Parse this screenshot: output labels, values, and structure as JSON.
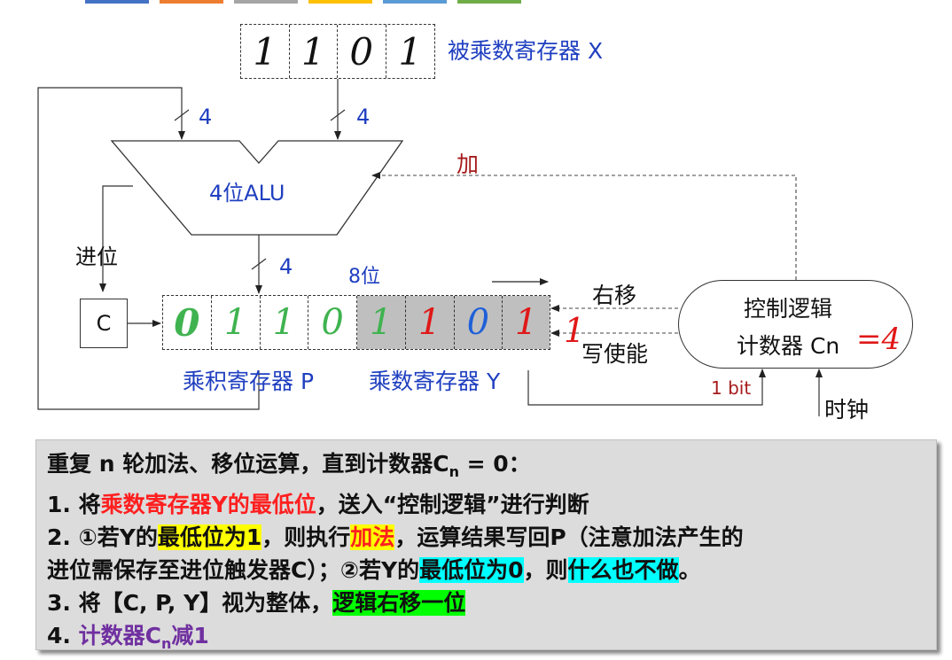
{
  "palette": {
    "tabs": [
      "#4472c4",
      "#ed7d31",
      "#a5a5a5",
      "#ffc000",
      "#5b9bd5",
      "#70ad47"
    ],
    "label_blue": "#1f3fc0",
    "label_darkred": "#a61b1b",
    "green_digits": "#3fb34f",
    "blue_digit": "#1f60d8",
    "red_digits": "#e01818",
    "shaded_cell": "#bfbfbf"
  },
  "diagram": {
    "register_x": {
      "bits": [
        "1",
        "1",
        "0",
        "1"
      ],
      "label": "被乘数寄存器 X"
    },
    "alu": {
      "label": "4位ALU",
      "in_width_left": "4",
      "in_width_right": "4",
      "out_width": "4"
    },
    "add_label": "加",
    "carry_label": "进位",
    "carry_flag": {
      "label": "C"
    },
    "register_pe": {
      "product_bits": [
        "0",
        "1",
        "1",
        "0"
      ],
      "multiplier_bits": [
        "1",
        "1",
        "0",
        "1"
      ],
      "width_label": "8位",
      "product_label": "乘积寄存器 P",
      "multiplier_label": "乘数寄存器 Y"
    },
    "shift_label": "右移",
    "write_enable_label": "写使能",
    "write_enable_value": "1",
    "control": {
      "line1": "控制逻辑",
      "line2": "计数器 Cn",
      "counter_value": "=4"
    },
    "bit_label": "1 bit",
    "clock_label": "时钟"
  },
  "notes": {
    "heading": {
      "a": "重复 n 轮加法、移位运算，直到计数器C",
      "sub": "n",
      "b": " = 0："
    },
    "step1": {
      "a": "1. 将",
      "b": "乘数寄存器Y的最低位",
      "c": "，送入“控制逻辑”进行判断"
    },
    "step2": {
      "a": "2. ①若Y的",
      "b": "最低位为1",
      "c": "，则执行",
      "d": "加法",
      "e": "，运算结果写回P（注意加法产生的"
    },
    "step2b": {
      "a": "进位需保存至进位触发器C）；②若Y的",
      "b": "最低位为0",
      "c": "，则",
      "d": "什么也不做",
      "e": "。"
    },
    "step3": {
      "a": "3. 将【C, P, Y】视为整体，",
      "b": "逻辑右移一位"
    },
    "step4": {
      "a": "4. ",
      "b": "计数器C",
      "sub": "n",
      "c": "减1"
    }
  }
}
